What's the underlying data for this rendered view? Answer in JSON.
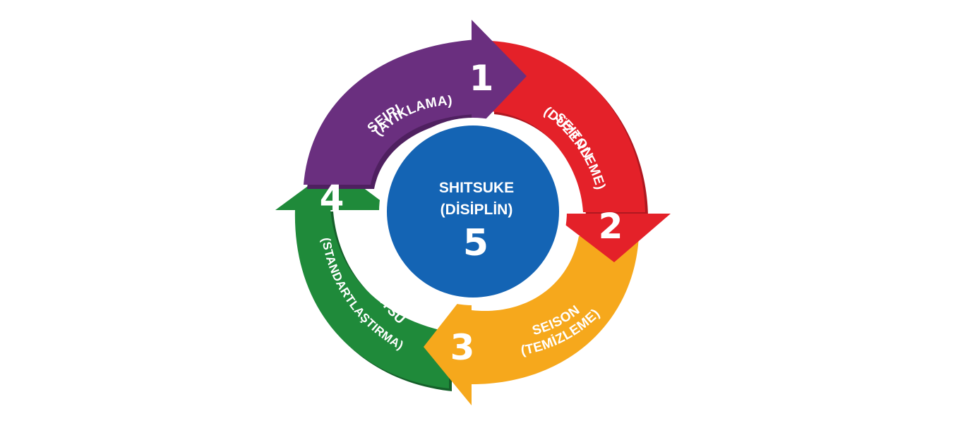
{
  "diagram": {
    "type": "5S cycle",
    "colors": {
      "purple": "#6a2f7f",
      "red": "#e42129",
      "yellow": "#f6a81c",
      "green": "#1f8a3a",
      "blue": "#1464b4",
      "white": "#ffffff"
    },
    "steps": [
      {
        "number": "1",
        "name": "SEIRI",
        "meaning": "(AYIKLAMA)",
        "color": "#6a2f7f"
      },
      {
        "number": "2",
        "name": "SEITON",
        "meaning": "(DÜZENLEME)",
        "color": "#e42129"
      },
      {
        "number": "3",
        "name": "SEISON",
        "meaning": "(TEMİZLEME)",
        "color": "#f6a81c"
      },
      {
        "number": "4",
        "name": "SEIKETSU",
        "meaning": "(STANDARTLAŞTIRMA)",
        "color": "#1f8a3a"
      }
    ],
    "center": {
      "number": "5",
      "name": "SHITSUKE",
      "meaning": "(DİSİPLİN)",
      "color": "#1464b4"
    }
  }
}
